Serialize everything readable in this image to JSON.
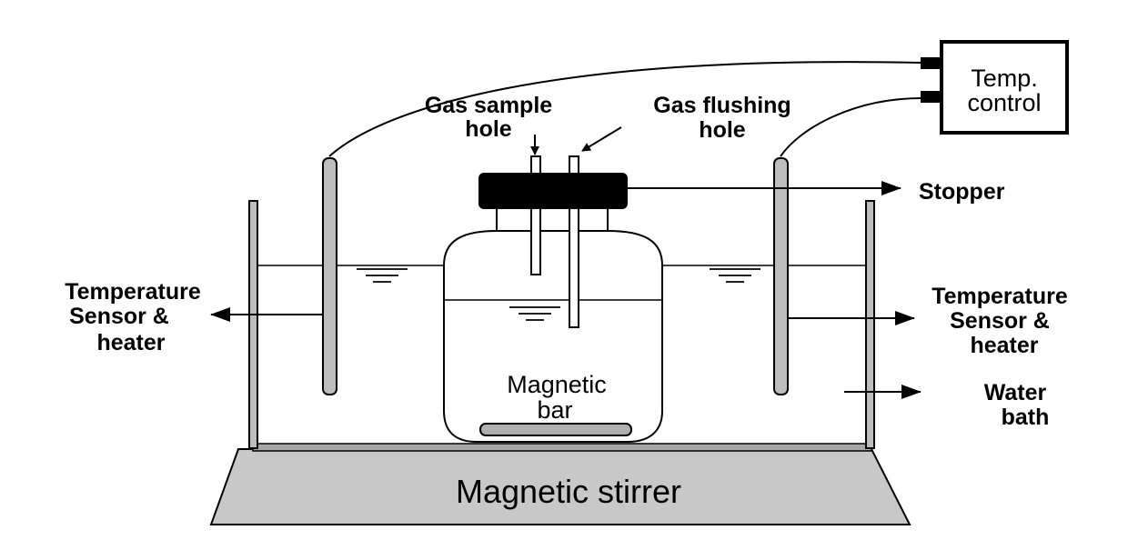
{
  "labels": {
    "gas_sample_1": "Gas sample",
    "gas_sample_2": "hole",
    "gas_flushing_1": "Gas flushing",
    "gas_flushing_2": "hole",
    "temp_control_1": "Temp.",
    "temp_control_2": "control",
    "stopper": "Stopper",
    "temp_sensor_left_1": "Temperature",
    "temp_sensor_left_2": "Sensor &",
    "temp_sensor_left_3": "heater",
    "temp_sensor_right_1": "Temperature",
    "temp_sensor_right_2": "Sensor &",
    "temp_sensor_right_3": "heater",
    "water_bath_1": "Water",
    "water_bath_2": "bath",
    "magnetic_bar_1": "Magnetic",
    "magnetic_bar_2": "bar",
    "magnetic_stirrer": "Magnetic stirrer"
  },
  "colors": {
    "stroke": "#000000",
    "stirrer_fill": "#c8c8c8",
    "rod_fill": "#bdbdbd",
    "stopper_fill": "#000000"
  }
}
